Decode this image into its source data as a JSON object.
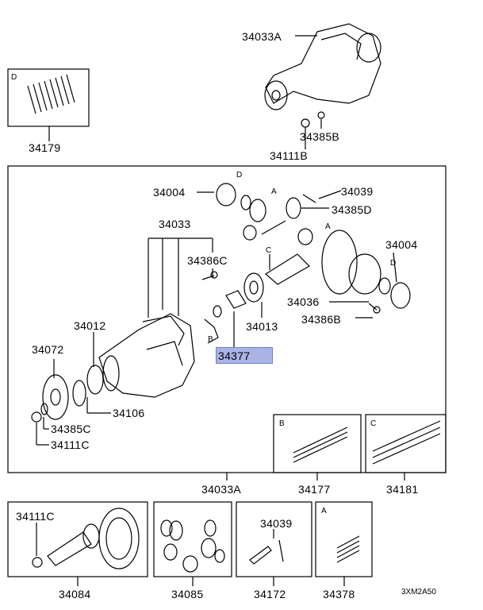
{
  "parts": {
    "p34033A_top": "34033A",
    "p34385B": "34385B",
    "p34111B": "34111B",
    "p34179": "34179",
    "box_d_marker": "D",
    "p34004_left": "34004",
    "marker_d_mid": "D",
    "marker_a_mid": "A",
    "p34039": "34039",
    "p34385D": "34385D",
    "p34033": "34033",
    "marker_a_right": "A",
    "p34386C": "34386C",
    "marker_c_mid": "C",
    "p34004_right": "34004",
    "marker_d_right": "D",
    "p34012": "34012",
    "p34036": "34036",
    "p34386B": "34386B",
    "p34013": "34013",
    "marker_b_mid": "B",
    "p34377": "34377",
    "p34072": "34072",
    "p34106": "34106",
    "p34385C": "34385C",
    "p34111C_main": "34111C",
    "box_b_marker": "B",
    "box_c_marker": "C",
    "p34033A_bottom": "34033A",
    "p34177": "34177",
    "p34181": "34181",
    "p34111C_kit": "34111C",
    "p34084": "34084",
    "p34085": "34085",
    "p34039_kit": "34039",
    "p34172": "34172",
    "box_a_marker": "A",
    "p34378": "34378",
    "diagram_code": "3XM2A50"
  },
  "highlight_part": "34377"
}
